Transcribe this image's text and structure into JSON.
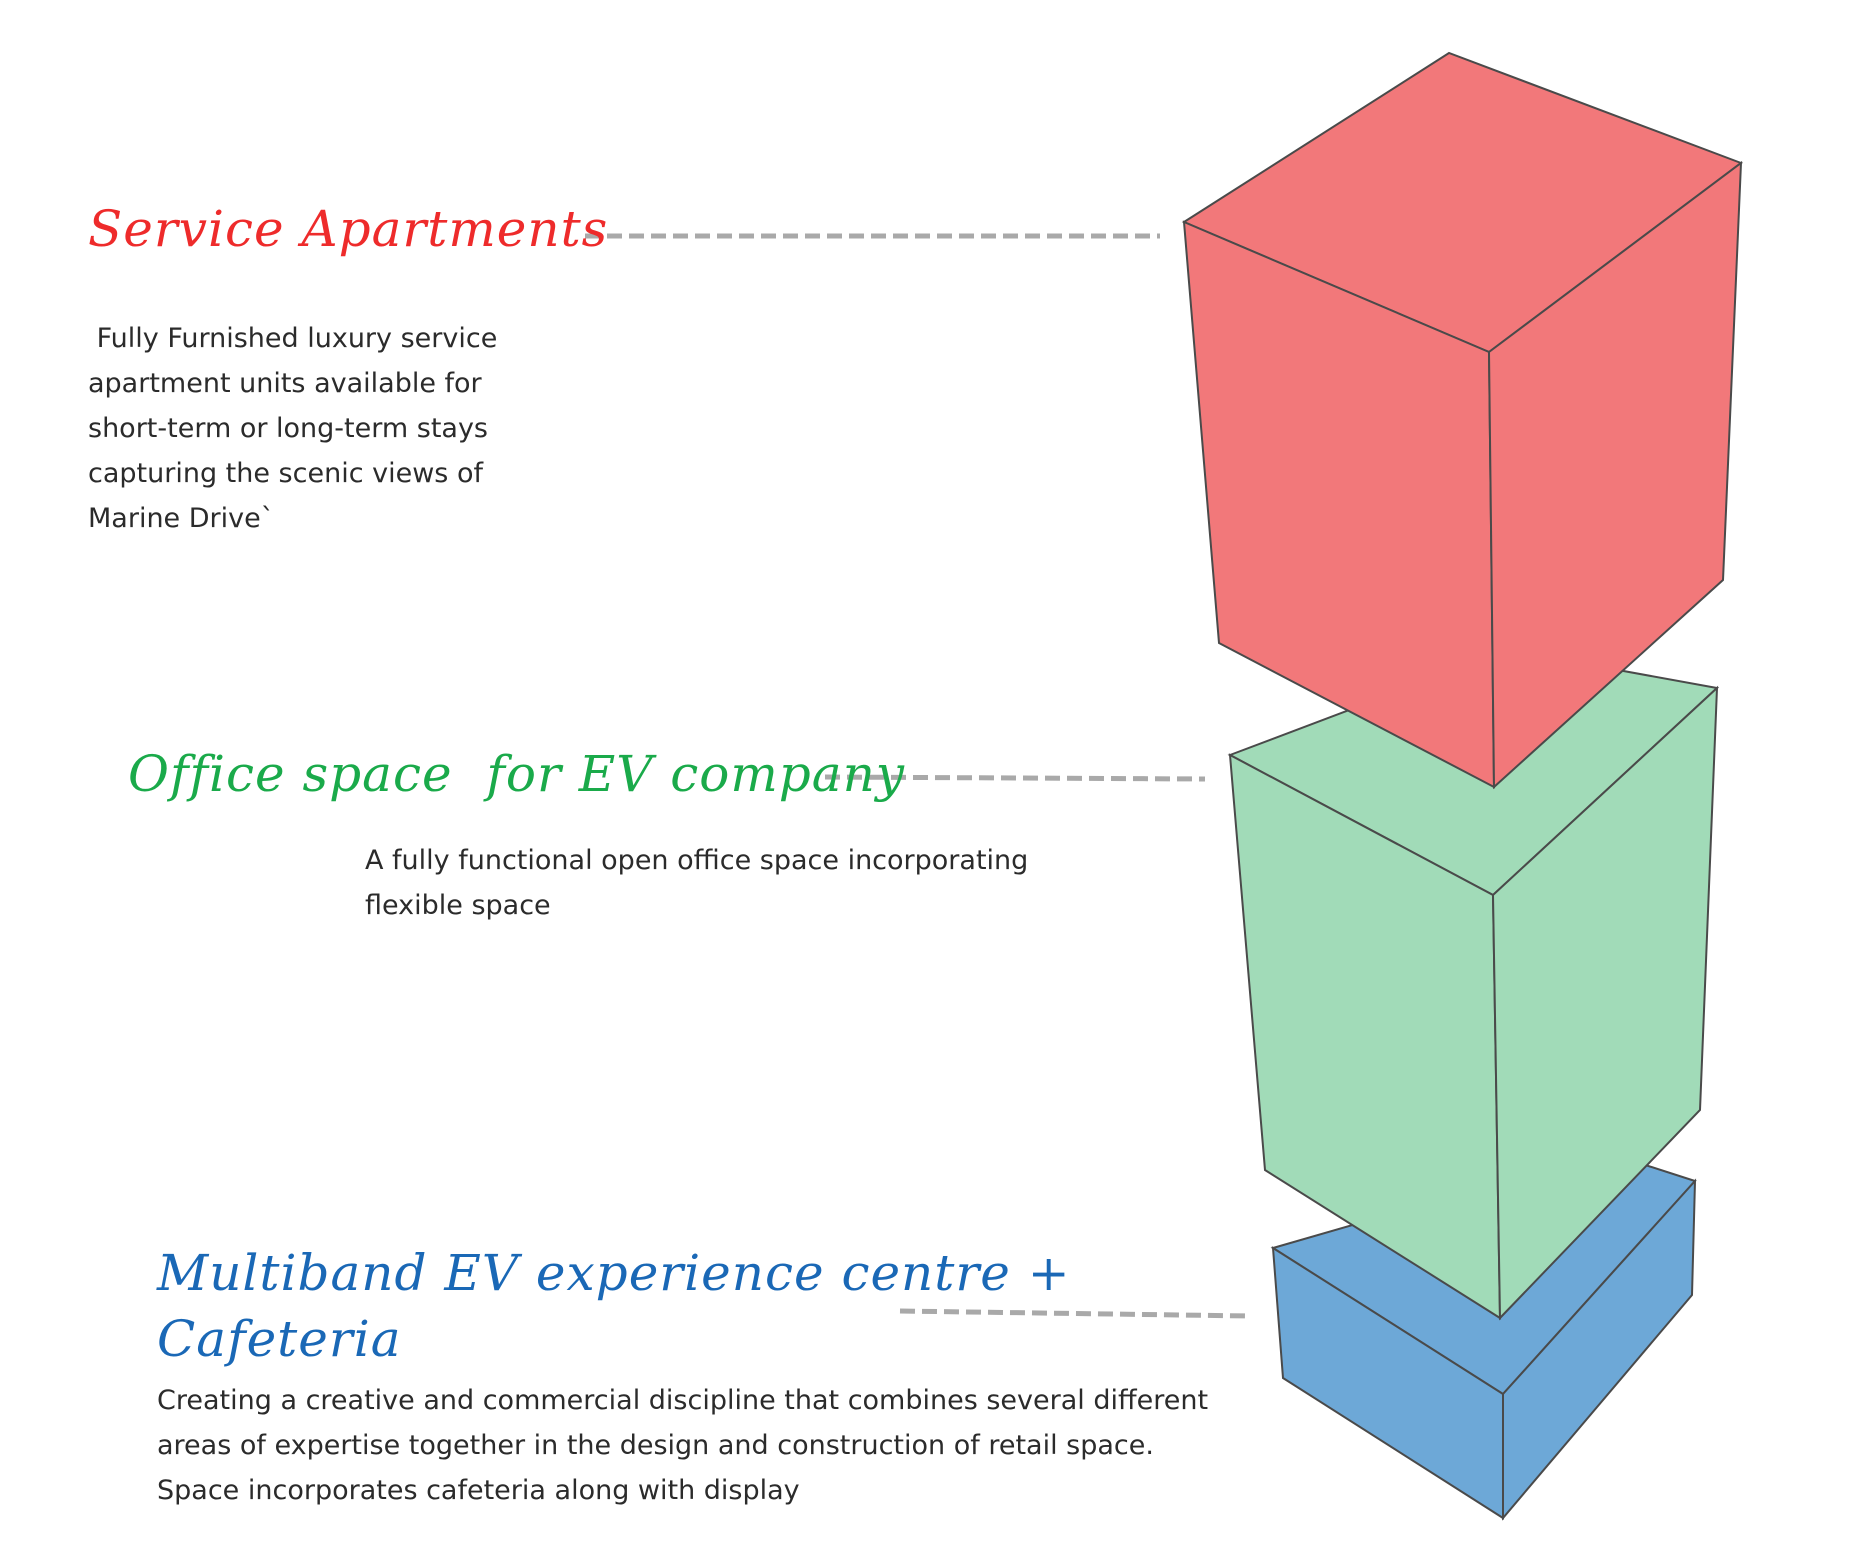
{
  "blocks": [
    {
      "id": "service",
      "title": "Service Apartments",
      "title_color": "#ee2b2b",
      "box_color": "#f2787a",
      "description_lines": [
        " Fully Furnished luxury service",
        "apartment units available for",
        "short-term or long-term stays",
        "capturing the scenic views of",
        "Marine Drive`"
      ]
    },
    {
      "id": "office",
      "title": "Office space  for EV company",
      "title_color": "#1aaa4a",
      "box_color": "#a1dbb8",
      "description_lines": [
        "A fully functional open office space incorporating",
        "flexible space"
      ]
    },
    {
      "id": "experience",
      "title_lines": [
        "Multiband EV experience centre +",
        "Cafeteria"
      ],
      "title_color": "#1a68b6",
      "box_color": "#6da8d7",
      "description_lines": [
        "Creating a creative and commercial discipline that combines several different",
        "areas of expertise together in the design and construction of retail space.",
        "Space incorporates cafeteria along with display"
      ]
    }
  ],
  "leader_line_color": "#a9a9a9"
}
